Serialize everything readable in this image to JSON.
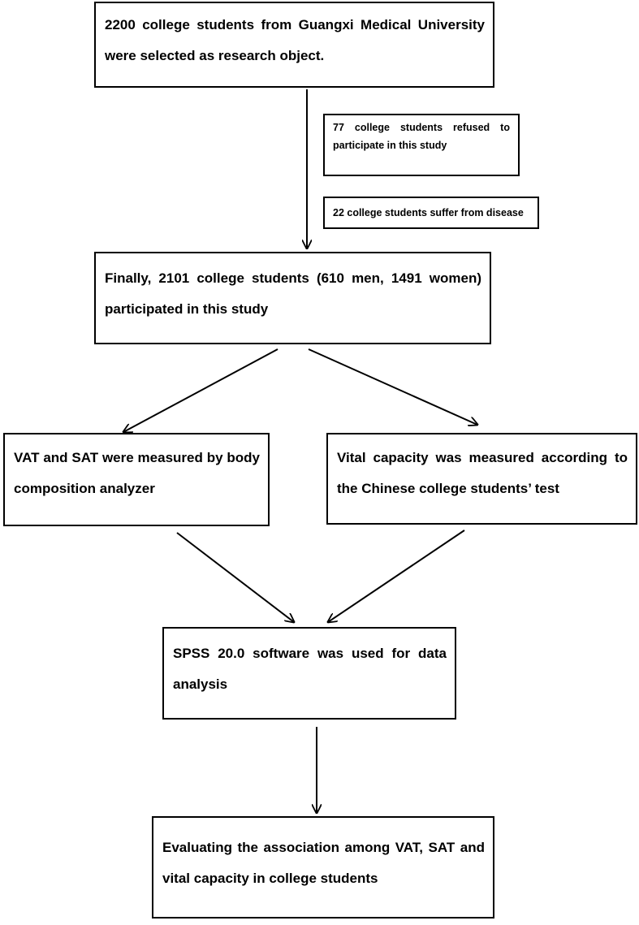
{
  "flowchart": {
    "step1": "2200 college students from Guangxi Medical University were selected as research object.",
    "exclusion1": "77 college students refused to participate in this study",
    "exclusion2": "22 college students suffer from disease",
    "step2": "Finally, 2101 college students (610 men, 1491 women) participated in this study",
    "step3_left": "VAT and SAT were measured by body composition analyzer",
    "step3_right": "Vital capacity was measured according to the Chinese college students’ test",
    "step4": "SPSS 20.0 software was used for data analysis",
    "step5": "Evaluating the association among VAT, SAT and vital capacity in college students"
  }
}
